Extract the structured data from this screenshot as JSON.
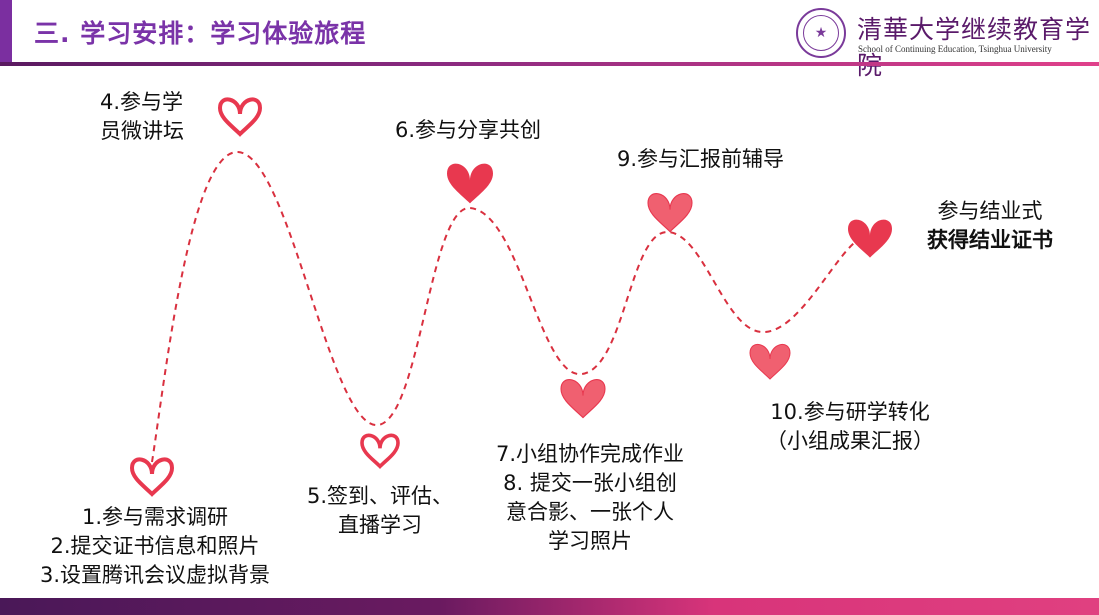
{
  "header": {
    "title": "三. 学习安排：学习体验旅程",
    "logo_cn": "清華大学继续教育学院",
    "logo_en": "School of Continuing Education, Tsinghua University",
    "logo_seal": "★"
  },
  "steps": {
    "s1": [
      "1.参与需求调研",
      "2.提交证书信息和照片",
      "3.设置腾讯会议虚拟背景"
    ],
    "s4": [
      "4.参与学",
      "员微讲坛"
    ],
    "s5": [
      "5.签到、评估、",
      "直播学习"
    ],
    "s6": "6.参与分享共创",
    "s7": [
      "7.小组协作完成作业",
      "8. 提交一张小组创",
      "意合影、一张个人",
      "学习照片"
    ],
    "s9": "9.参与汇报前辅导",
    "s10": [
      "10.参与研学转化",
      "（小组成果汇报）"
    ],
    "final": [
      "参与结业式",
      "获得结业证书"
    ]
  },
  "colors": {
    "accent": "#7a33a8",
    "heart": "#e8384f",
    "path": "#d9303f"
  }
}
